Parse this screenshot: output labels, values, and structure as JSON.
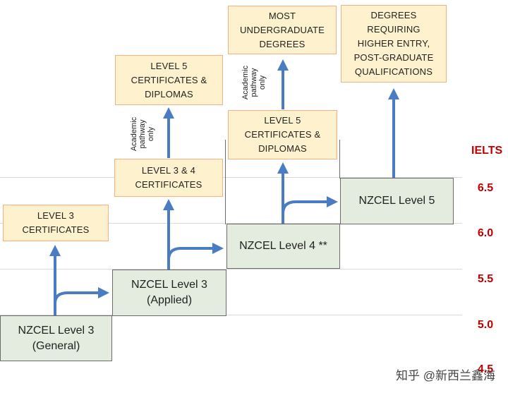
{
  "ielts": {
    "title": "IELTS",
    "levels": [
      "6.5",
      "6.0",
      "5.5",
      "5.0",
      "4.5"
    ]
  },
  "steps": {
    "general": "NZCEL Level 3\n(General)",
    "applied": "NZCEL Level 3\n(Applied)",
    "level4": "NZCEL Level 4 **",
    "level5": "NZCEL Level 5"
  },
  "boxes": {
    "level3_certificates": "LEVEL 3\nCERTIFICATES",
    "level34_certificates": "LEVEL 3 & 4\nCERTIFICATES",
    "level5_diplomas_left": "LEVEL 5\nCERTIFICATES &\nDIPLOMAS",
    "level5_diplomas_right": "LEVEL 5\nCERTIFICATES &\nDIPLOMAS",
    "undergraduate": "MOST\nUNDERGRADUATE\nDEGREES",
    "postgraduate": "DEGREES\nREQUIRING\nHIGHER ENTRY,\nPOST-GRADUATE\nQUALIFICATIONS"
  },
  "pathway_notes": {
    "left": "Academic\npathway\nonly",
    "right": "Academic\npathway\nonly"
  },
  "watermark": "知乎 @新西兰鑫海",
  "colors": {
    "arrow": "#4a7cc4",
    "box_fill": "#fdf2cd",
    "box_border": "#f3b183",
    "step_fill": "#e3ecdf",
    "ielts": "#c00000"
  }
}
